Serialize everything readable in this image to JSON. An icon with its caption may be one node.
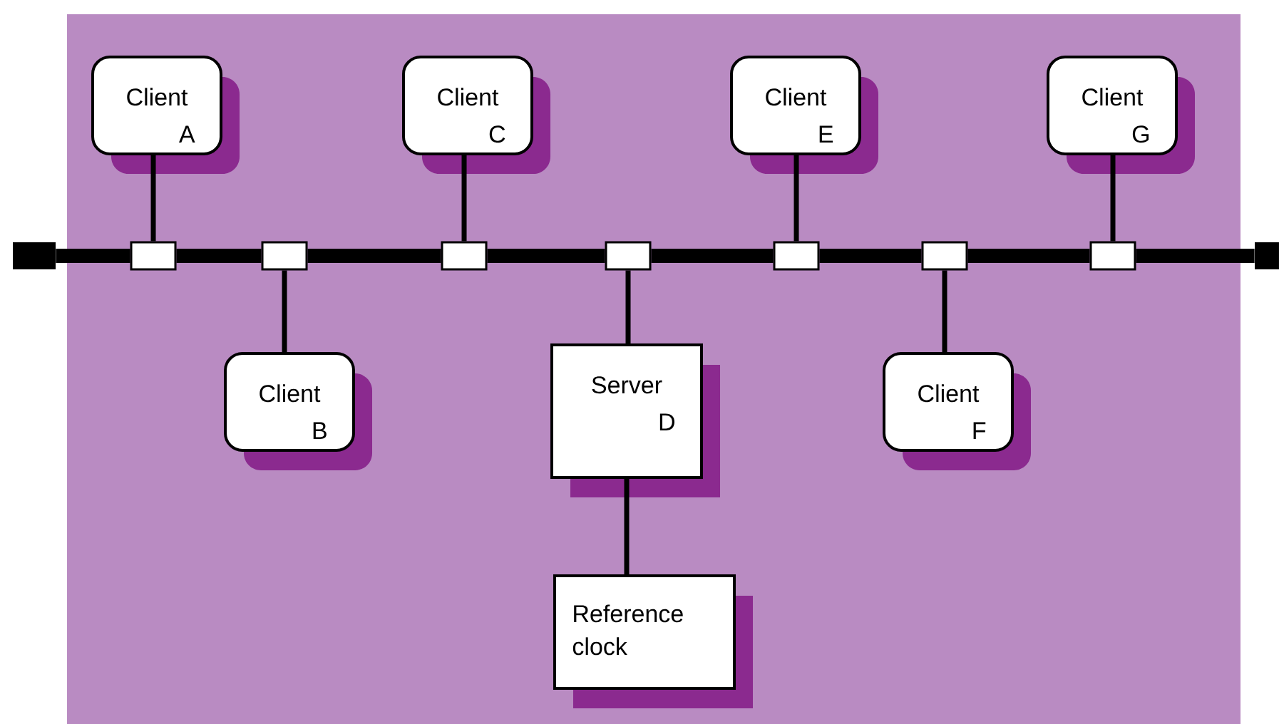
{
  "diagram": {
    "nodes": [
      {
        "text": [
          "Client",
          "A"
        ]
      },
      {
        "text": [
          "Client",
          "C"
        ]
      },
      {
        "text": [
          "Client",
          "E"
        ]
      },
      {
        "text": [
          "Client",
          "G"
        ]
      },
      {
        "text": [],
        "shape": "box"
      },
      {
        "text": [],
        "shape": "box"
      },
      {
        "text": [],
        "shape": "box"
      },
      {
        "text": [],
        "shape": "box"
      },
      {
        "text": [],
        "shape": "box"
      },
      {
        "text": [],
        "shape": "box"
      },
      {
        "text": [],
        "shape": "box"
      },
      {
        "text": [],
        "shape": "box"
      },
      {
        "text": [],
        "shape": "box"
      },
      {
        "text": [
          "Client",
          "B"
        ]
      },
      {
        "text": [
          "Server",
          "D"
        ]
      },
      {
        "text": [
          "Client",
          "F"
        ]
      },
      {
        "text": [
          "Reference clock"
        ]
      }
    ],
    "edges": [
      {
        "from": 4,
        "to": 5,
        "arrow": "none",
        "style": "thick"
      },
      {
        "from": 5,
        "to": 6,
        "arrow": "none",
        "style": "thick"
      },
      {
        "from": 6,
        "to": 7,
        "arrow": "none",
        "style": "thick"
      },
      {
        "from": 7,
        "to": 8,
        "arrow": "none",
        "style": "thick"
      },
      {
        "from": 8,
        "to": 9,
        "arrow": "none",
        "style": "thick"
      },
      {
        "from": 9,
        "to": 10,
        "arrow": "none",
        "style": "thick"
      },
      {
        "from": 10,
        "to": 11,
        "arrow": "none",
        "style": "thick"
      },
      {
        "from": 11,
        "to": 12,
        "arrow": "none",
        "style": "thick"
      },
      {
        "from": 0,
        "to": 5,
        "arrow": "none"
      },
      {
        "from": 13,
        "to": 6,
        "arrow": "none"
      },
      {
        "from": 1,
        "to": 7,
        "arrow": "none"
      },
      {
        "from": 14,
        "to": 8,
        "arrow": "none"
      },
      {
        "from": 2,
        "to": 9,
        "arrow": "none"
      },
      {
        "from": 15,
        "to": 10,
        "arrow": "none"
      },
      {
        "from": 3,
        "to": 11,
        "arrow": "none"
      },
      {
        "from": 14,
        "to": 16,
        "arrow": "none"
      }
    ]
  }
}
